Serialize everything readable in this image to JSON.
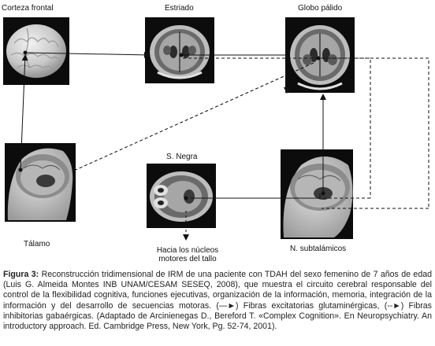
{
  "regions": {
    "corteza": "Corteza frontal",
    "estriado": "Estriado",
    "globo": "Globo pálido",
    "talamo": "Tálamo",
    "snegra": "S. Negra",
    "subtalamicos": "N. subtalámicos",
    "nucleos_line1": "Hacia los núcleos",
    "nucleos_line2": "motores del tallo"
  },
  "caption": {
    "figure_label": "Figura 3:",
    "text_part1": "Reconstrucción tridimensional de IRM de una paciente con TDAH del sexo femenino de 7 años de edad (Luis G. Almeida Montes INB UNAM/CESAM SESEQ, 2008), que muestra el circuito cerebral responsable del control de la flexibilidad cognitiva, funciones ejecutivas, organización de la información, memoria, integración de la información y del desarrollo de secuencias motoras.",
    "solid_arrow_symbol": "(—►)",
    "text_part2": "Fibras excitatorias glutaminérgicas,",
    "dashed_arrow_symbol": "(--►)",
    "text_part3": "Fibras inhibitorias gabaérgicas. (Adaptado de Arcinienegas D., Bereford T. «Complex Cognition». En Neuropsychiatry. An introductory approach. Ed. Cambridge Press, New York, Pg. 52-74, 2001)."
  },
  "colors": {
    "line": "#111111",
    "brain_tissue": "#cfcfcf",
    "scan_background": "#0c0c0c"
  },
  "icons": [
    "brain-3d-render",
    "mri-axial-slice",
    "mri-sagittal-slice"
  ]
}
